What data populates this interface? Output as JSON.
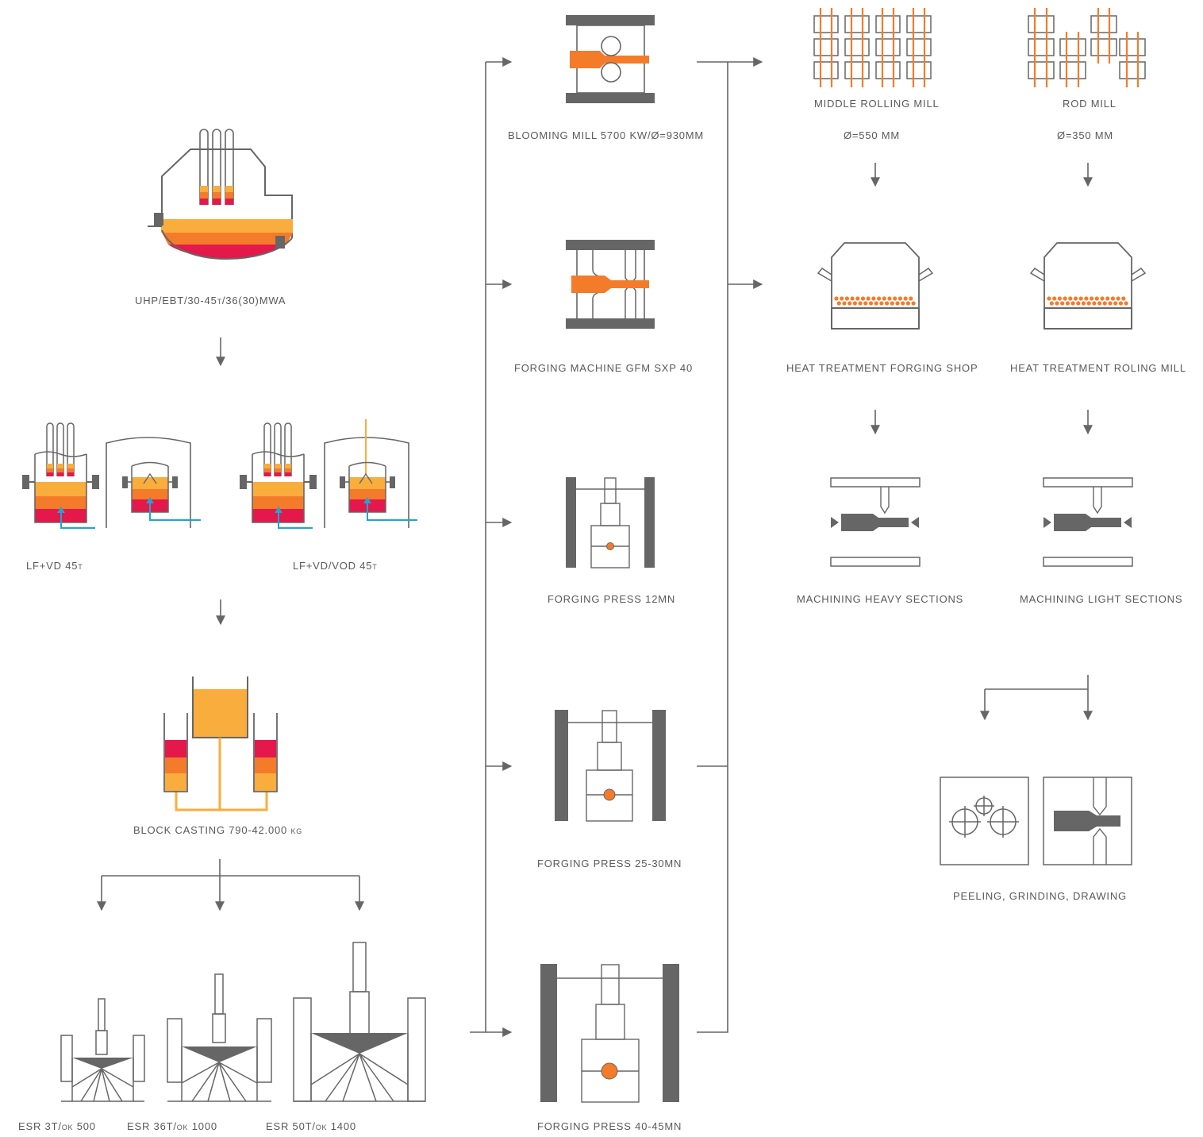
{
  "colors": {
    "gray": "#666666",
    "yellow": "#f9ad3d",
    "orange": "#f47b2a",
    "red": "#e4184a",
    "blue": "#1fa4d9"
  },
  "labels": {
    "eaf": "UHP/EBT/30-45t/36(30)MWA",
    "lf_vd": "LF+VD 45t",
    "lf_vd_vod": "LF+VD/VOD 45t",
    "block_casting": "BLOCK CASTING 790-42.000 kg",
    "esr_small": "ESR 3T/ok 500",
    "esr_mid": "ESR 36T/ok 1000",
    "esr_large": "ESR 50T/ok 1400",
    "blooming_mill": "BLOOMING  MILL 5700 KW/Ø=930MM",
    "forging_machine": "FORGING MACHINE GFM SXP 40",
    "forging_press_12": "FORGING PRESS 12MN",
    "forging_press_25": "FORGING PRESS 25-30MN",
    "forging_press_40": "FORGING PRESS 40-45MN",
    "middle_rolling_mill": "MIDDLE ROLLING MILL",
    "middle_rolling_dia": "Ø=550 MM",
    "rod_mill": "ROD MILL",
    "rod_mill_dia": "Ø=350 MM",
    "ht_forging": "HEAT TREATMENT FORGING SHOP",
    "ht_rolling": "HEAT TREATMENT ROLING MILL",
    "mach_heavy": "MACHINING HEAVY SECTIONS",
    "mach_light": "MACHINING LIGHT SECTIONS",
    "finishing": "PEELING, GRINDING, DRAWING"
  }
}
